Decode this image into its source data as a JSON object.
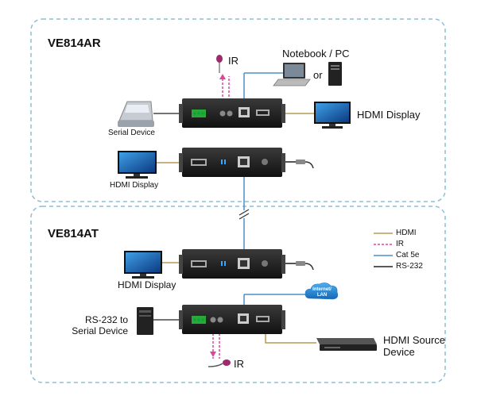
{
  "receiver": {
    "title": "VE814AR",
    "ir_label": "IR",
    "notebook_label": "Notebook / PC",
    "or_label": "or",
    "hdmi_display_right": "HDMI Display",
    "serial_device": "Serial Device",
    "hdmi_display_left": "HDMI Display"
  },
  "transmitter": {
    "title": "VE814AT",
    "hdmi_display": "HDMI Display",
    "rs232_line1": "RS-232 to",
    "rs232_line2": "Serial Device",
    "ir_label": "IR",
    "hdmi_source_line1": "HDMI Source",
    "hdmi_source_line2": "Device",
    "cloud_line1": "Internet/",
    "cloud_line2": "LAN"
  },
  "legend": [
    {
      "label": "HDMI",
      "color": "#b89a5a"
    },
    {
      "label": "IR",
      "color": "#e0459a"
    },
    {
      "label": "Cat 5e",
      "color": "#4a90c8"
    },
    {
      "label": "RS-232",
      "color": "#222222"
    }
  ]
}
